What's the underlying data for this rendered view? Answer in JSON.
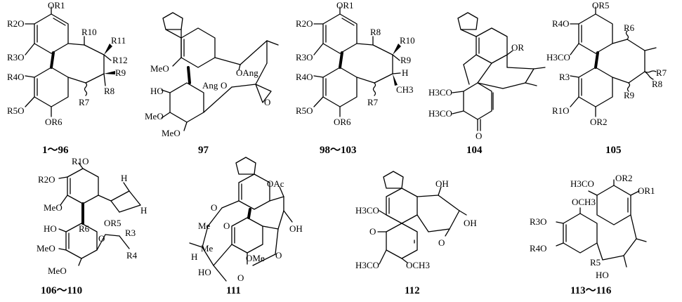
{
  "compounds": [
    {
      "label": "1～96",
      "atoms": [
        "OR1",
        "R2O",
        "R3O",
        "R4O",
        "R5O",
        "OR6",
        "R7",
        "R8",
        "R9",
        "R10",
        "R11",
        "R12"
      ]
    },
    {
      "label": "97",
      "atoms": [
        "MeO",
        "HO",
        "MeO",
        "MeO",
        "Ang",
        "O",
        "OAng",
        "O"
      ]
    },
    {
      "label": "98～103",
      "atoms": [
        "OR1",
        "R2O",
        "R3O",
        "R4O",
        "R5O",
        "OR6",
        "R7",
        "R8",
        "R9",
        "R10",
        "H",
        "CH3"
      ]
    },
    {
      "label": "104",
      "atoms": [
        "OR",
        "H3CO",
        "H3CO",
        "O"
      ]
    },
    {
      "label": "105",
      "atoms": [
        "OR5",
        "R4O",
        "H3CO",
        "R3",
        "R1O",
        "OR2",
        "R6",
        "R7",
        "R8",
        "R9"
      ]
    },
    {
      "label": "106～110",
      "atoms": [
        "R1O",
        "R2O",
        "MeO",
        "HO",
        "R6",
        "MeO",
        "MeO",
        "OR5",
        "R3",
        "R4",
        "H",
        "H",
        "O"
      ]
    },
    {
      "label": "111",
      "atoms": [
        "OAc",
        "O",
        "Me",
        "O",
        "Me",
        "OH",
        "H",
        "HO",
        "O",
        "OMe",
        "O"
      ]
    },
    {
      "label": "112",
      "atoms": [
        "H3CO",
        "OH",
        "OH",
        "O",
        "O",
        "H3CO",
        "OCH3"
      ]
    },
    {
      "label": "113～116",
      "atoms": [
        "H3CO",
        "OR2",
        "OR1",
        "OCH3",
        "R3O",
        "R4O",
        "R5",
        "HO"
      ]
    }
  ]
}
